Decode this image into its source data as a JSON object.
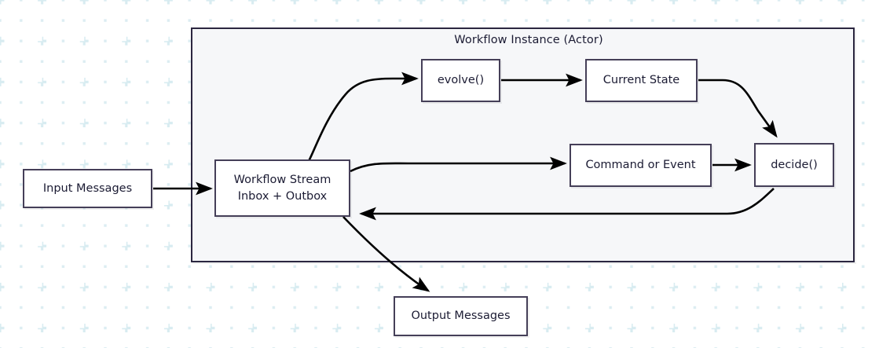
{
  "diagram": {
    "title_text": "Workflow Instance (Actor)",
    "background": {
      "dot_color": "#dcedf2",
      "plus_color": "#d8ecf1",
      "page_color": "#ffffff"
    },
    "colors": {
      "node_border": "#453f58",
      "node_fill": "#ffffff",
      "cluster_border": "#2b2640",
      "cluster_fill": "#f6f7f9",
      "text": "#1b1b33",
      "edge": "#000000"
    },
    "cluster": {
      "name": "workflow-instance-actor",
      "label": "Workflow Instance (Actor)"
    },
    "nodes": [
      {
        "id": "input-messages",
        "label": "Input Messages",
        "label2": ""
      },
      {
        "id": "workflow-stream",
        "label": "Workflow Stream",
        "label2": "Inbox + Outbox"
      },
      {
        "id": "evolve",
        "label": "evolve()",
        "label2": ""
      },
      {
        "id": "current-state",
        "label": "Current State",
        "label2": ""
      },
      {
        "id": "command-or-event",
        "label": "Command or Event",
        "label2": ""
      },
      {
        "id": "decide",
        "label": "decide()",
        "label2": ""
      },
      {
        "id": "output-messages",
        "label": "Output Messages",
        "label2": ""
      }
    ],
    "edges": [
      {
        "from": "input-messages",
        "to": "workflow-stream"
      },
      {
        "from": "workflow-stream",
        "to": "evolve"
      },
      {
        "from": "evolve",
        "to": "current-state"
      },
      {
        "from": "current-state",
        "to": "decide"
      },
      {
        "from": "workflow-stream",
        "to": "command-or-event"
      },
      {
        "from": "command-or-event",
        "to": "decide"
      },
      {
        "from": "decide",
        "to": "workflow-stream"
      },
      {
        "from": "workflow-stream",
        "to": "output-messages"
      }
    ]
  }
}
